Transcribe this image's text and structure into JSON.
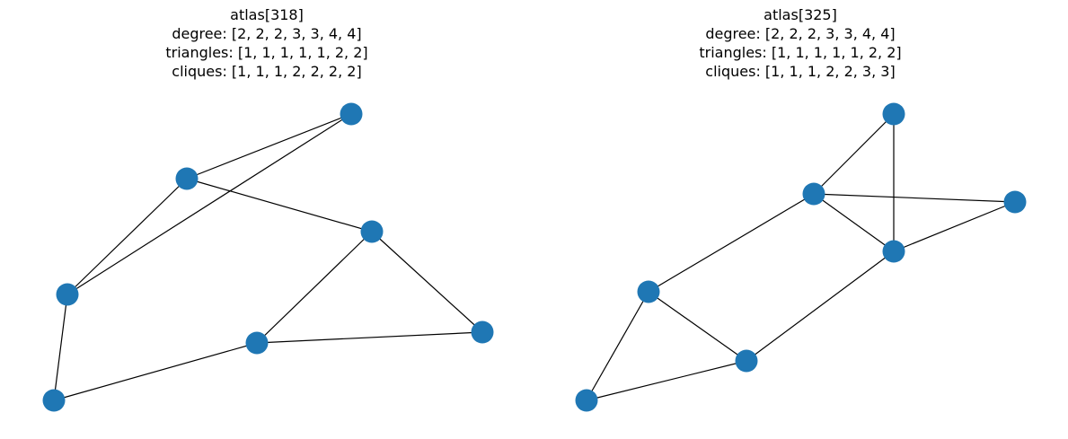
{
  "graphs": [
    {
      "title": "atlas[318]",
      "degree": "degree: [2, 2, 2, 3, 3, 4, 4]",
      "triangles": "triangles: [1, 1, 1, 1, 1, 2, 2]",
      "cliques": "cliques: [1, 1, 1, 2, 2, 2, 2]",
      "node_color": "#1f77b4",
      "node_count": 7,
      "edges": [
        [
          0,
          1
        ],
        [
          0,
          3
        ],
        [
          1,
          3
        ],
        [
          1,
          2
        ],
        [
          2,
          4
        ],
        [
          2,
          5
        ],
        [
          4,
          5
        ],
        [
          3,
          6
        ],
        [
          4,
          6
        ]
      ]
    },
    {
      "title": "atlas[325]",
      "degree": "degree: [2, 2, 2, 3, 3, 4, 4]",
      "triangles": "triangles: [1, 1, 1, 1, 1, 2, 2]",
      "cliques": "cliques: [1, 1, 1, 2, 2, 3, 3]",
      "node_color": "#1f77b4",
      "node_count": 7,
      "edges": [
        [
          0,
          1
        ],
        [
          0,
          2
        ],
        [
          1,
          2
        ],
        [
          1,
          3
        ],
        [
          2,
          3
        ],
        [
          1,
          4
        ],
        [
          2,
          5
        ],
        [
          4,
          5
        ],
        [
          4,
          6
        ],
        [
          5,
          6
        ]
      ]
    }
  ]
}
